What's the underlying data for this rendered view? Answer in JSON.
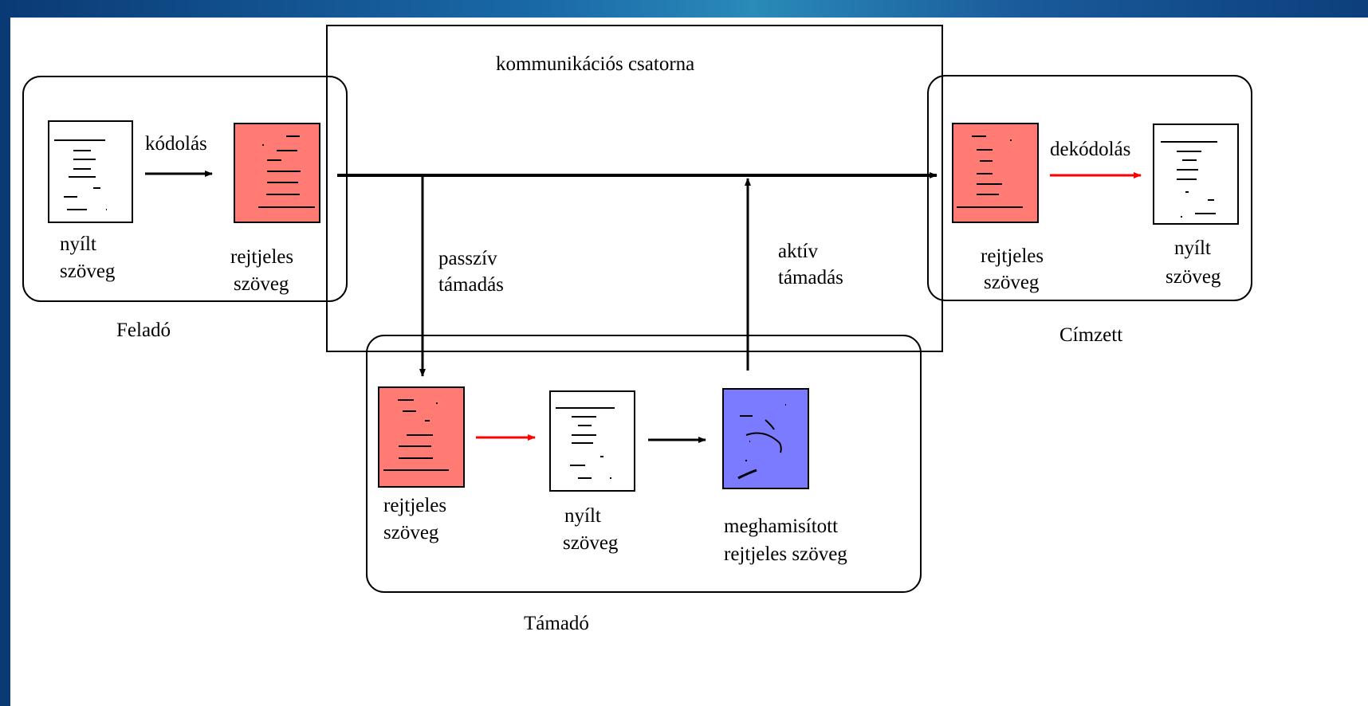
{
  "colors": {
    "cipher_doc": "#ff7b73",
    "plain_doc": "#ffffff",
    "forged_doc": "#7b7bff",
    "decode_arrow": "#ff0000",
    "line": "#000000"
  },
  "labels": {
    "channel": "kommunikációs csatorna",
    "encode": "kódolás",
    "decode": "dekódolás",
    "passive_attack_1": "passzív",
    "passive_attack_2": "támadás",
    "active_attack_1": "aktív",
    "active_attack_2": "támadás",
    "sender": "Feladó",
    "recipient": "Címzett",
    "attacker": "Támadó",
    "sender_plain_1": "nyílt",
    "sender_plain_2": "szöveg",
    "sender_cipher_1": "rejtjeles",
    "sender_cipher_2": "szöveg",
    "recipient_cipher_1": "rejtjeles",
    "recipient_cipher_2": "szöveg",
    "recipient_plain_1": "nyílt",
    "recipient_plain_2": "szöveg",
    "attacker_cipher_1": "rejtjeles",
    "attacker_cipher_2": "szöveg",
    "attacker_plain_1": "nyílt",
    "attacker_plain_2": "szöveg",
    "attacker_forged_1": "meghamisított",
    "attacker_forged_2": "rejtjeles szöveg"
  }
}
